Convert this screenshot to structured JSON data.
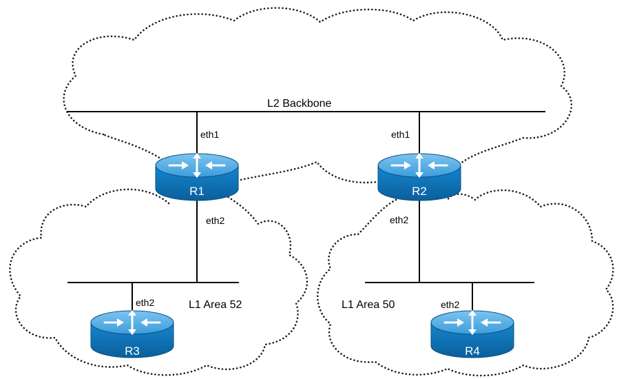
{
  "backbone": {
    "label": "L2 Backbone"
  },
  "areas": [
    {
      "label": "L1 Area 52"
    },
    {
      "label": "L1 Area 50"
    }
  ],
  "routers": [
    {
      "name": "R1",
      "icon": "router-icon"
    },
    {
      "name": "R2",
      "icon": "router-icon"
    },
    {
      "name": "R3",
      "icon": "router-icon"
    },
    {
      "name": "R4",
      "icon": "router-icon"
    }
  ],
  "interfaces": {
    "r1_up": "eth1",
    "r1_down": "eth2",
    "r2_up": "eth1",
    "r2_down": "eth2",
    "r3_up": "eth2",
    "r4_up": "eth2"
  },
  "colors": {
    "router_top": "#5fb1e6",
    "router_body": "#0d72b4",
    "router_edge": "#0a4f80",
    "router_text": "#ffffff"
  }
}
